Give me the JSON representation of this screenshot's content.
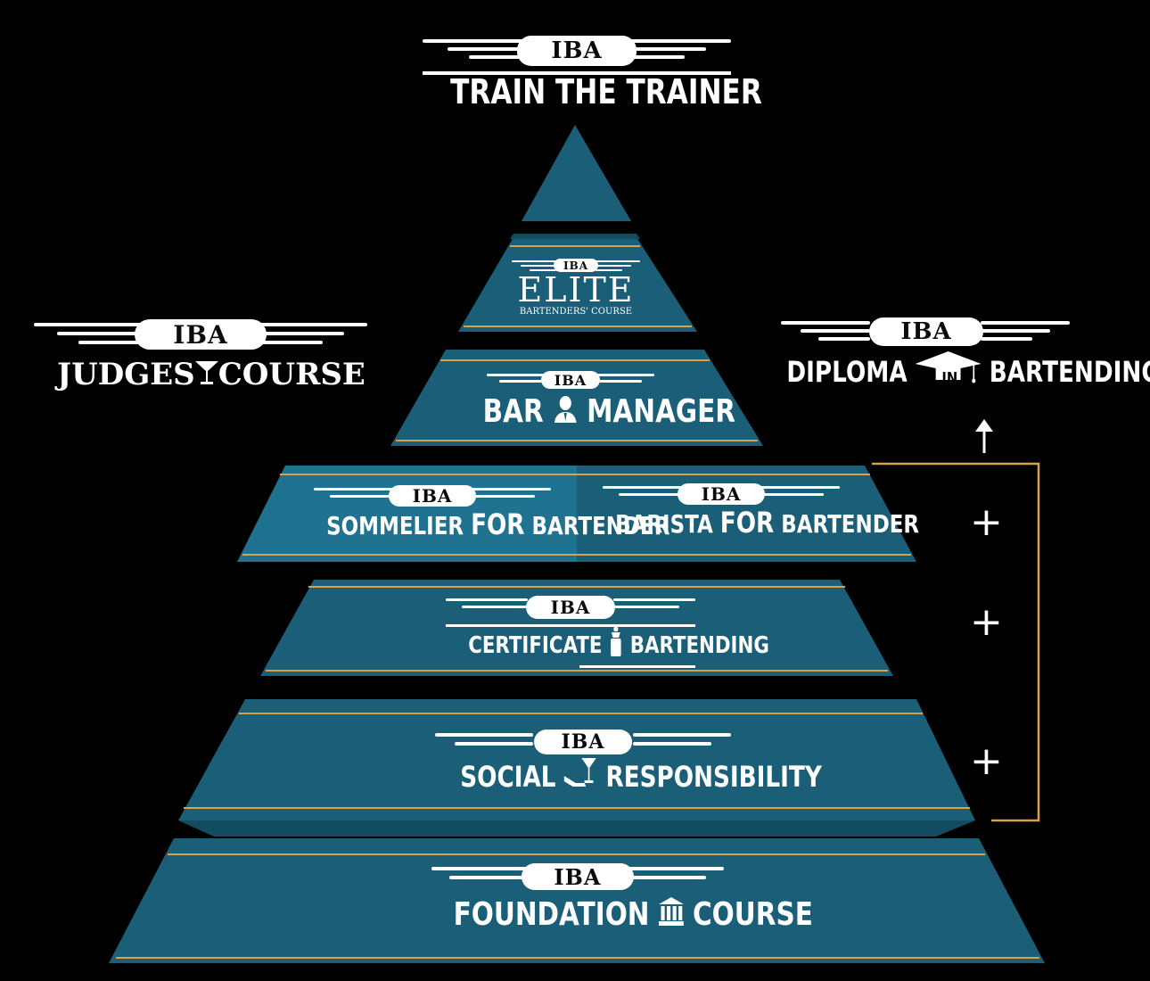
{
  "colors": {
    "background": "#000000",
    "tier": "#1a5e78",
    "tier_light": "#1f7391",
    "tier_dark": "#134b60",
    "gold": "#d8a24a",
    "white": "#ffffff"
  },
  "brand": "IBA",
  "pyramid": {
    "apex": {
      "label": ""
    },
    "tiers": [
      {
        "id": "elite",
        "icon": "wings-icon",
        "title": "ELITE",
        "subtitle": "BARTENDERS' COURSE"
      },
      {
        "id": "bar-manager",
        "icon": "person-icon",
        "title_left": "BAR",
        "title_right": "MANAGER"
      },
      {
        "id": "sommelier",
        "icon": "wine-glass-icon",
        "title_left": "SOMMELIER",
        "title_mid": "FOR",
        "title_right": "BARTENDER"
      },
      {
        "id": "barista",
        "icon": "coffee-bean-icon",
        "title_left": "BARISTA",
        "title_mid": "FOR",
        "title_right": "BARTENDER"
      },
      {
        "id": "certificate",
        "icon": "shaker-icon",
        "title_left": "CERTIFICATE",
        "title_right": "BARTENDING"
      },
      {
        "id": "social",
        "icon": "cocktail-hand-icon",
        "title_left": "SOCIAL",
        "title_right": "RESPONSIBILITY"
      },
      {
        "id": "foundation",
        "icon": "columns-icon",
        "title_left": "FOUNDATION",
        "title_right": "COURSE"
      }
    ]
  },
  "top_logo": {
    "title": "TRAIN THE TRAINER"
  },
  "judges_logo": {
    "title_left": "JUDGES",
    "title_right": "COURSE",
    "icon": "martini-icon"
  },
  "diploma_logo": {
    "title_left": "DIPLOMA",
    "title_mid": "IN",
    "title_right": "BARTENDING",
    "icon": "grad-cap-icon"
  },
  "plus_signs": [
    "+",
    "+",
    "+"
  ],
  "bracket": {
    "color": "#d8a24a",
    "arrow_icon": "up-arrow-icon"
  }
}
